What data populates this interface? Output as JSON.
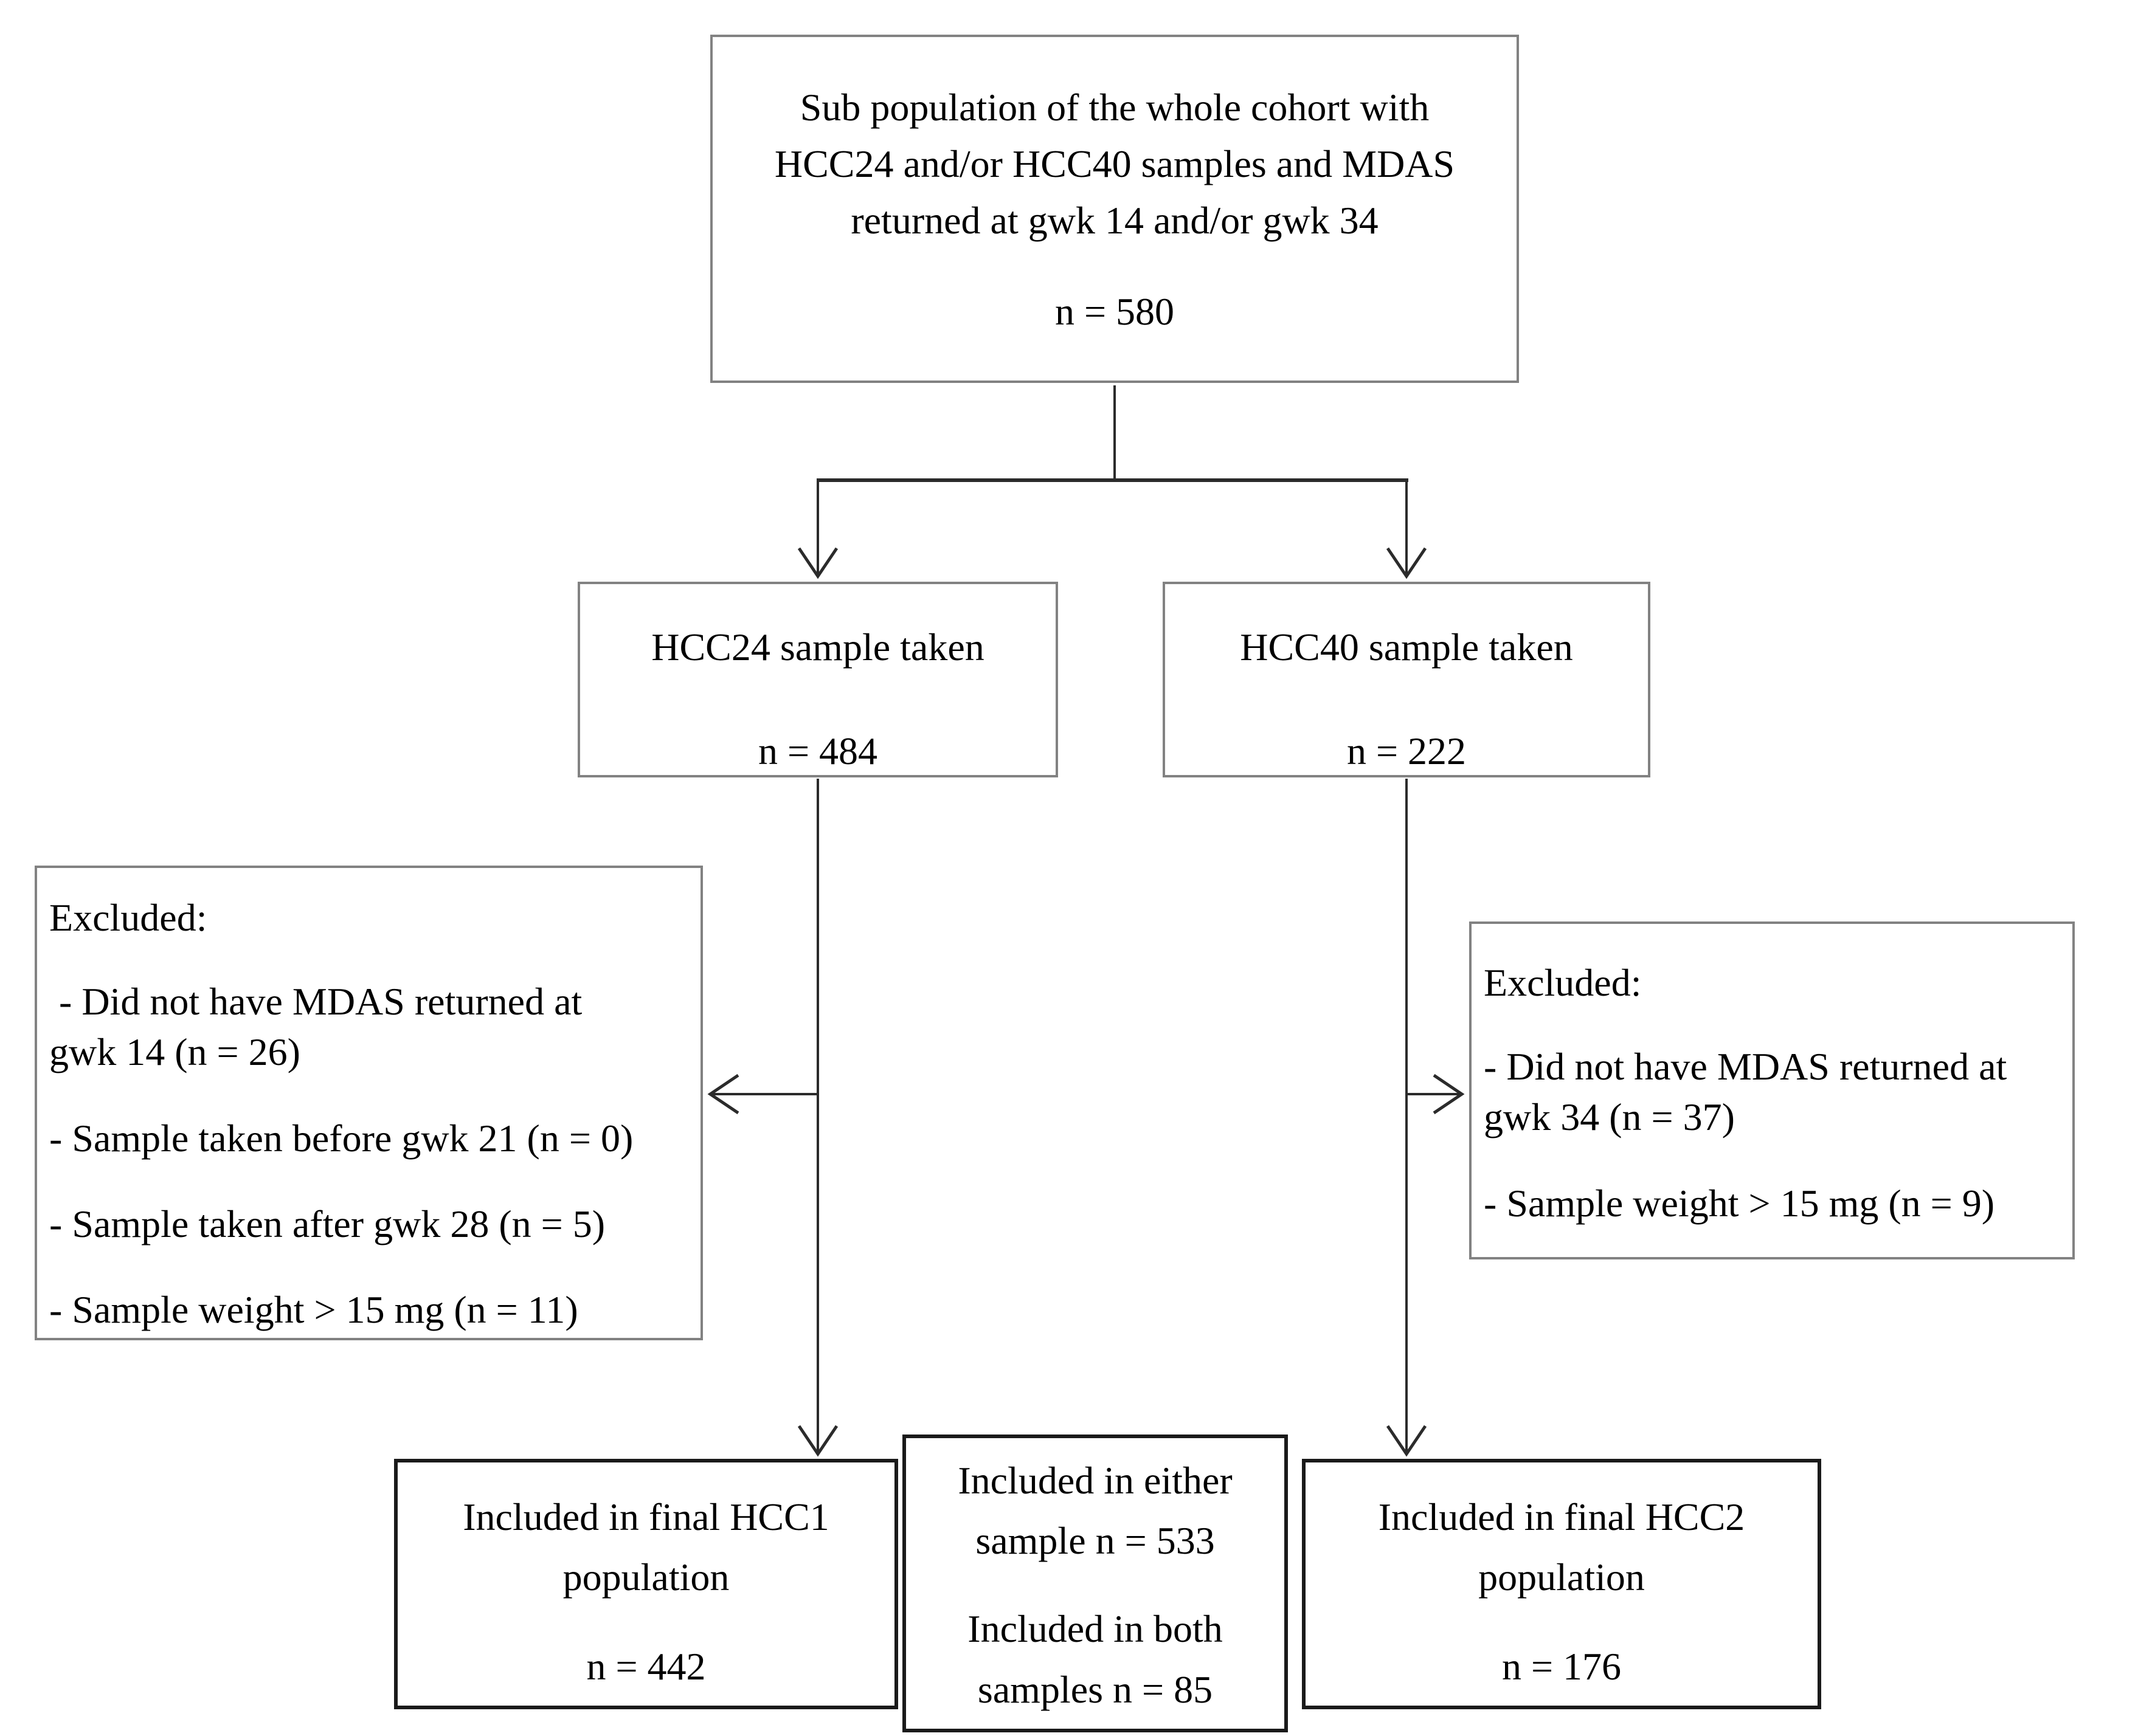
{
  "diagram": {
    "top_box": {
      "line1": "Sub population of the whole cohort with",
      "line2": "HCC24 and/or HCC40 samples and MDAS",
      "line3": "returned at gwk 14 and/or gwk 34",
      "count": "n = 580"
    },
    "hcc24_box": {
      "label": "HCC24 sample taken",
      "count": "n = 484"
    },
    "hcc40_box": {
      "label": "HCC40 sample taken",
      "count": "n = 222"
    },
    "excluded_left_box": {
      "heading": "Excluded:",
      "items": [
        " - Did not have MDAS returned at\ngwk 14 (n = 26)",
        "- Sample taken before gwk 21 (n = 0)",
        "- Sample taken after gwk 28 (n = 5)",
        "- Sample weight > 15 mg (n = 11)"
      ]
    },
    "excluded_right_box": {
      "heading": "Excluded:",
      "items": [
        "- Did not have MDAS returned at\ngwk 34 (n = 37)",
        "- Sample weight > 15 mg (n = 9)"
      ]
    },
    "final_hcc1_box": {
      "line1": "Included in final HCC1",
      "line2": "population",
      "count": "n = 442"
    },
    "either_both_box": {
      "line1": "Included in either",
      "line2": "sample n = 533",
      "line3": "Included in both",
      "line4": "samples n = 85"
    },
    "final_hcc2_box": {
      "line1": "Included in final HCC2",
      "line2": "population",
      "count": "n = 176"
    },
    "colors": {
      "box_border_gray": "#828282",
      "box_border_dark": "#1a1a1a",
      "connector": "#2b2b2b",
      "text": "#000000",
      "background": "#ffffff"
    }
  }
}
